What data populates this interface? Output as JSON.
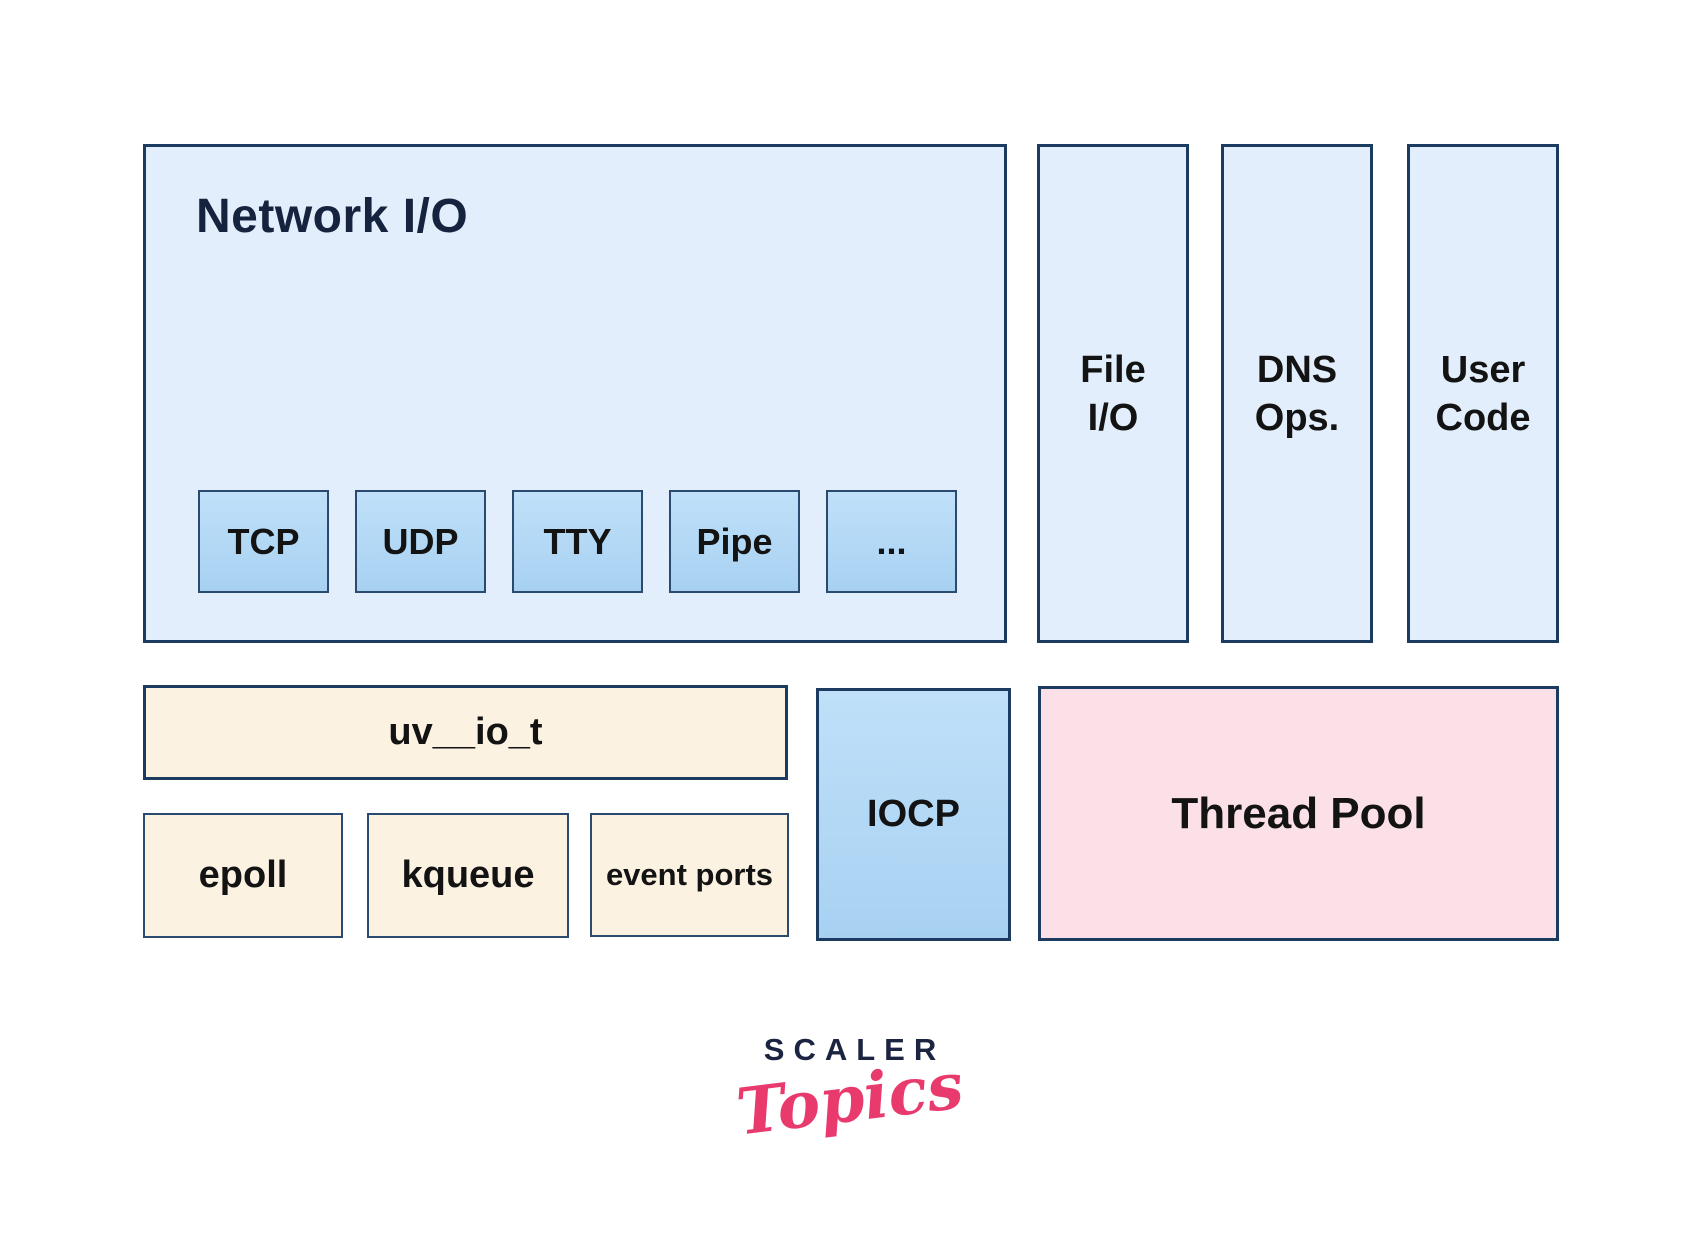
{
  "network": {
    "label": "Network I/O",
    "handles": [
      "TCP",
      "UDP",
      "TTY",
      "Pipe",
      "..."
    ]
  },
  "columns": [
    {
      "line1": "File",
      "line2": "I/O"
    },
    {
      "line1": "DNS",
      "line2": "Ops."
    },
    {
      "line1": "User",
      "line2": "Code"
    }
  ],
  "uv_io": {
    "label": "uv__io_t"
  },
  "backends": [
    {
      "label": "epoll"
    },
    {
      "label": "kqueue"
    },
    {
      "label": "event ports"
    }
  ],
  "iocp": {
    "label": "IOCP"
  },
  "thread_pool": {
    "label": "Thread Pool"
  },
  "logo": {
    "wordmark": "SCALER",
    "script": "Topics"
  },
  "colors": {
    "light_blue": "#e2eefb",
    "mid_blue": "#b2d8f5",
    "cream": "#fcf2e1",
    "pink": "#fbe1e7",
    "border": "#1c3b60",
    "border_inner": "#2b4a70",
    "title": "#16233e",
    "text": "#131313",
    "logo_navy": "#1b2440",
    "logo_pink": "#e93a6e"
  }
}
